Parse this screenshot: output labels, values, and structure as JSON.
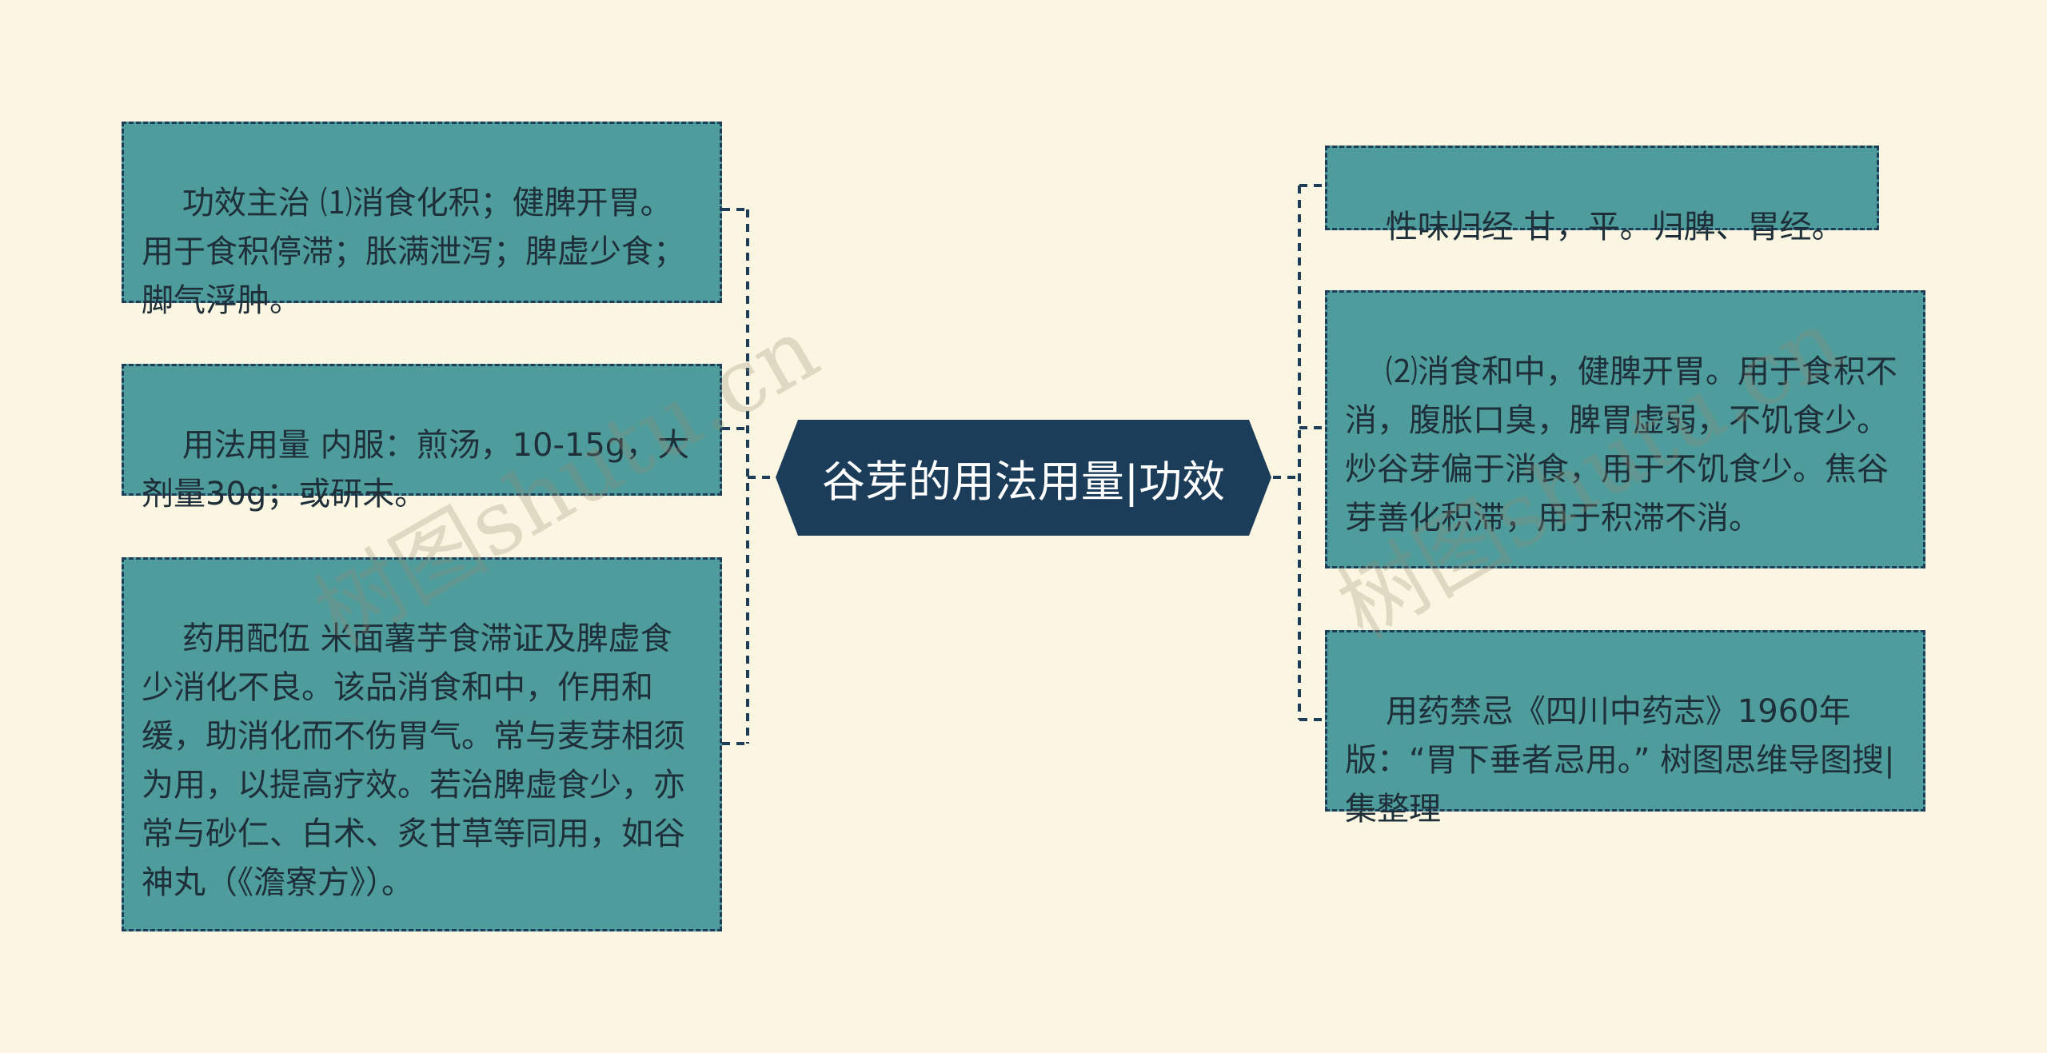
{
  "center": {
    "title": "谷芽的用法用量|功效"
  },
  "left_nodes": [
    {
      "text": "功效主治 ⑴消食化积；健脾开胃。用于食积停滞；胀满泄泻；脾虚少食；脚气浮肿。"
    },
    {
      "text": "用法用量 内服：煎汤，10-15g，大剂量30g；或研末。"
    },
    {
      "text": "药用配伍 米面薯芋食滞证及脾虚食少消化不良。该品消食和中，作用和缓，助消化而不伤胃气。常与麦芽相须为用，以提高疗效。若治脾虚食少，亦常与砂仁、白术、炙甘草等同用，如谷神丸（《澹寮方》）。"
    }
  ],
  "right_nodes": [
    {
      "text": "性味归经 甘，平。归脾、胃经。"
    },
    {
      "text": "⑵消食和中，健脾开胃。用于食积不消，腹胀口臭，脾胃虚弱，不饥食少。炒谷芽偏于消食，用于不饥食少。焦谷芽善化积滞，用于积滞不消。"
    },
    {
      "text": "用药禁忌《四川中药志》1960年版：“胃下垂者忌用。” 树图思维导图搜|集整理"
    }
  ],
  "watermarks": [
    "树图shutu.cn",
    "树图shutu.cn"
  ],
  "colors": {
    "background": "#fbf6e1",
    "node_fill": "#4e9c9b",
    "center_fill": "#1c3d5a",
    "connector": "#1d3d58"
  }
}
